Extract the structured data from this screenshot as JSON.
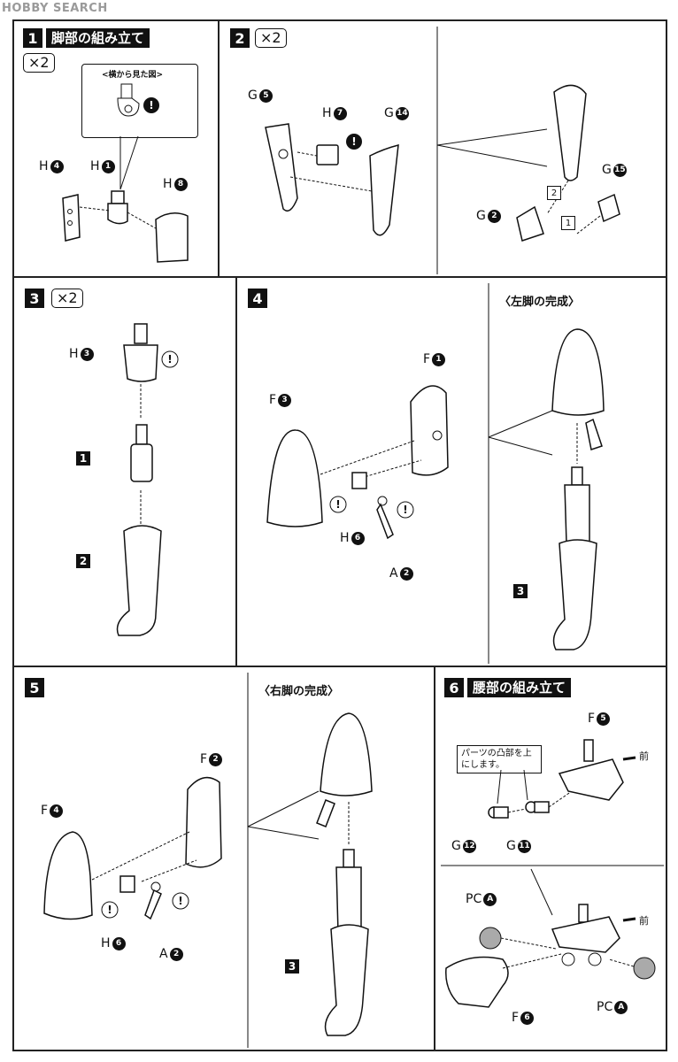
{
  "header": {
    "logo_text": "HOBBY SEARCH"
  },
  "steps": [
    {
      "num": "1",
      "title": "脚部の組み立て",
      "times": "×2",
      "side_view": "<横から見た図>"
    },
    {
      "num": "2",
      "times": "×2"
    },
    {
      "num": "3",
      "times": "×2"
    },
    {
      "num": "4",
      "result": "〈左脚の完成〉"
    },
    {
      "num": "5",
      "result": "〈右脚の完成〉"
    },
    {
      "num": "6",
      "title": "腰部の組み立て",
      "note": "パーツの凸部を上にします。",
      "front_label": "前"
    }
  ],
  "parts": {
    "H4": {
      "letter": "H",
      "num": "4"
    },
    "H1": {
      "letter": "H",
      "num": "1"
    },
    "H8": {
      "letter": "H",
      "num": "8"
    },
    "G5": {
      "letter": "G",
      "num": "5"
    },
    "H7": {
      "letter": "H",
      "num": "7"
    },
    "G14": {
      "letter": "G",
      "num": "14"
    },
    "G2": {
      "letter": "G",
      "num": "2"
    },
    "G15": {
      "letter": "G",
      "num": "15"
    },
    "H3": {
      "letter": "H",
      "num": "3"
    },
    "F1": {
      "letter": "F",
      "num": "1"
    },
    "F3": {
      "letter": "F",
      "num": "3"
    },
    "H6a": {
      "letter": "H",
      "num": "6"
    },
    "A2a": {
      "letter": "A",
      "num": "2"
    },
    "F2": {
      "letter": "F",
      "num": "2"
    },
    "F4": {
      "letter": "F",
      "num": "4"
    },
    "H6b": {
      "letter": "H",
      "num": "6"
    },
    "A2b": {
      "letter": "A",
      "num": "2"
    },
    "F5": {
      "letter": "F",
      "num": "5"
    },
    "G12": {
      "letter": "G",
      "num": "12"
    },
    "G11": {
      "letter": "G",
      "num": "11"
    },
    "PCA1": {
      "letter": "PC",
      "num": "A"
    },
    "PCA2": {
      "letter": "PC",
      "num": "A"
    },
    "F6": {
      "letter": "F",
      "num": "6"
    }
  },
  "sub_refs": {
    "one": "1",
    "two": "2",
    "three": "3"
  },
  "order_marks": {
    "first": "1",
    "second": "2"
  }
}
